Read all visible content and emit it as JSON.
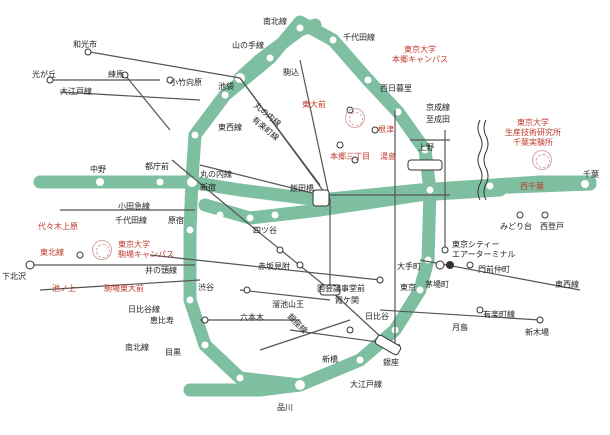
{
  "stations": {
    "nanboku_top": "南北線",
    "yamanote": "山の手線",
    "chiyoda_top": "千代田線",
    "komagome": "駒込",
    "nishinippori": "西日暮里",
    "wakoshi": "和光市",
    "hikarigaoka": "光が丘",
    "nerima": "練馬",
    "kotakemukaihara": "小竹向原",
    "oedo_left": "大江戸線",
    "ikebukuro": "池袋",
    "marunouchi_a": "丸の内線",
    "yurakucho_a": "有楽町線",
    "todaimae": "東大前",
    "nezu": "根津",
    "keisei": "京成線",
    "ueno_keisei": "至成田",
    "tozai": "東西線",
    "hongo3": "本郷三丁目",
    "yushima": "湯島",
    "ueno": "上野",
    "nakano": "中野",
    "toritsudaigaku": "都庁前",
    "marunouchi_b": "丸の内線",
    "shinjuku": "新宿",
    "iidabashi": "飯田橋",
    "nishichiba": "西千葉",
    "chiba": "千葉",
    "odakyu": "小田急線",
    "chiyoda_mid": "千代田線",
    "harajuku": "原宿",
    "yotsuya": "四ツ谷",
    "midoridai": "みどり台",
    "nishitoga": "西登戸",
    "yoyogiuehara": "代々木上原",
    "tohokusen": "東北線",
    "inokashira": "井の頭線",
    "shimokitazawa": "下北沢",
    "ikenoue": "池ノ上",
    "komabatodaimae": "駒場東大前",
    "akasakamitsuke": "赤坂見附",
    "shibuya": "渋谷",
    "otemachi": "大手町",
    "kayabacho": "茅場町",
    "monzennakacho": "門前仲町",
    "tozai_right": "東西線",
    "hibiya_line": "日比谷線",
    "ebisu": "恵比寿",
    "roppongi": "六本木",
    "tameikesanno": "溜池山王",
    "kokkaigijidomae": "国会議事堂前",
    "kasumigaseki": "霞ケ関",
    "tokyo": "東京",
    "hibiya": "日比谷",
    "tsukishima": "月島",
    "yurakucho_right": "有楽町線",
    "shinkiba": "新木場",
    "ginza_line": "銀座線",
    "nanboku_bottom": "南北線",
    "meguro": "目黒",
    "shimbashi": "新橋",
    "ginza": "銀座",
    "oedo_bottom": "大江戸線",
    "shinagawa": "品川",
    "tcat": "東京シティー\nエアーターミナル"
  },
  "campuses": {
    "hongo": "東京大学\n本郷キャンパス",
    "komaba": "東京大学\n駒場キャンパス",
    "chiba": "東京大学\n生産技術研究所\n千葉実験所"
  },
  "colors": {
    "jr_line": "#7fbfa1",
    "jr_station": "#ffffff",
    "metro_line": "#555555",
    "campus_text": "#c0392b"
  }
}
